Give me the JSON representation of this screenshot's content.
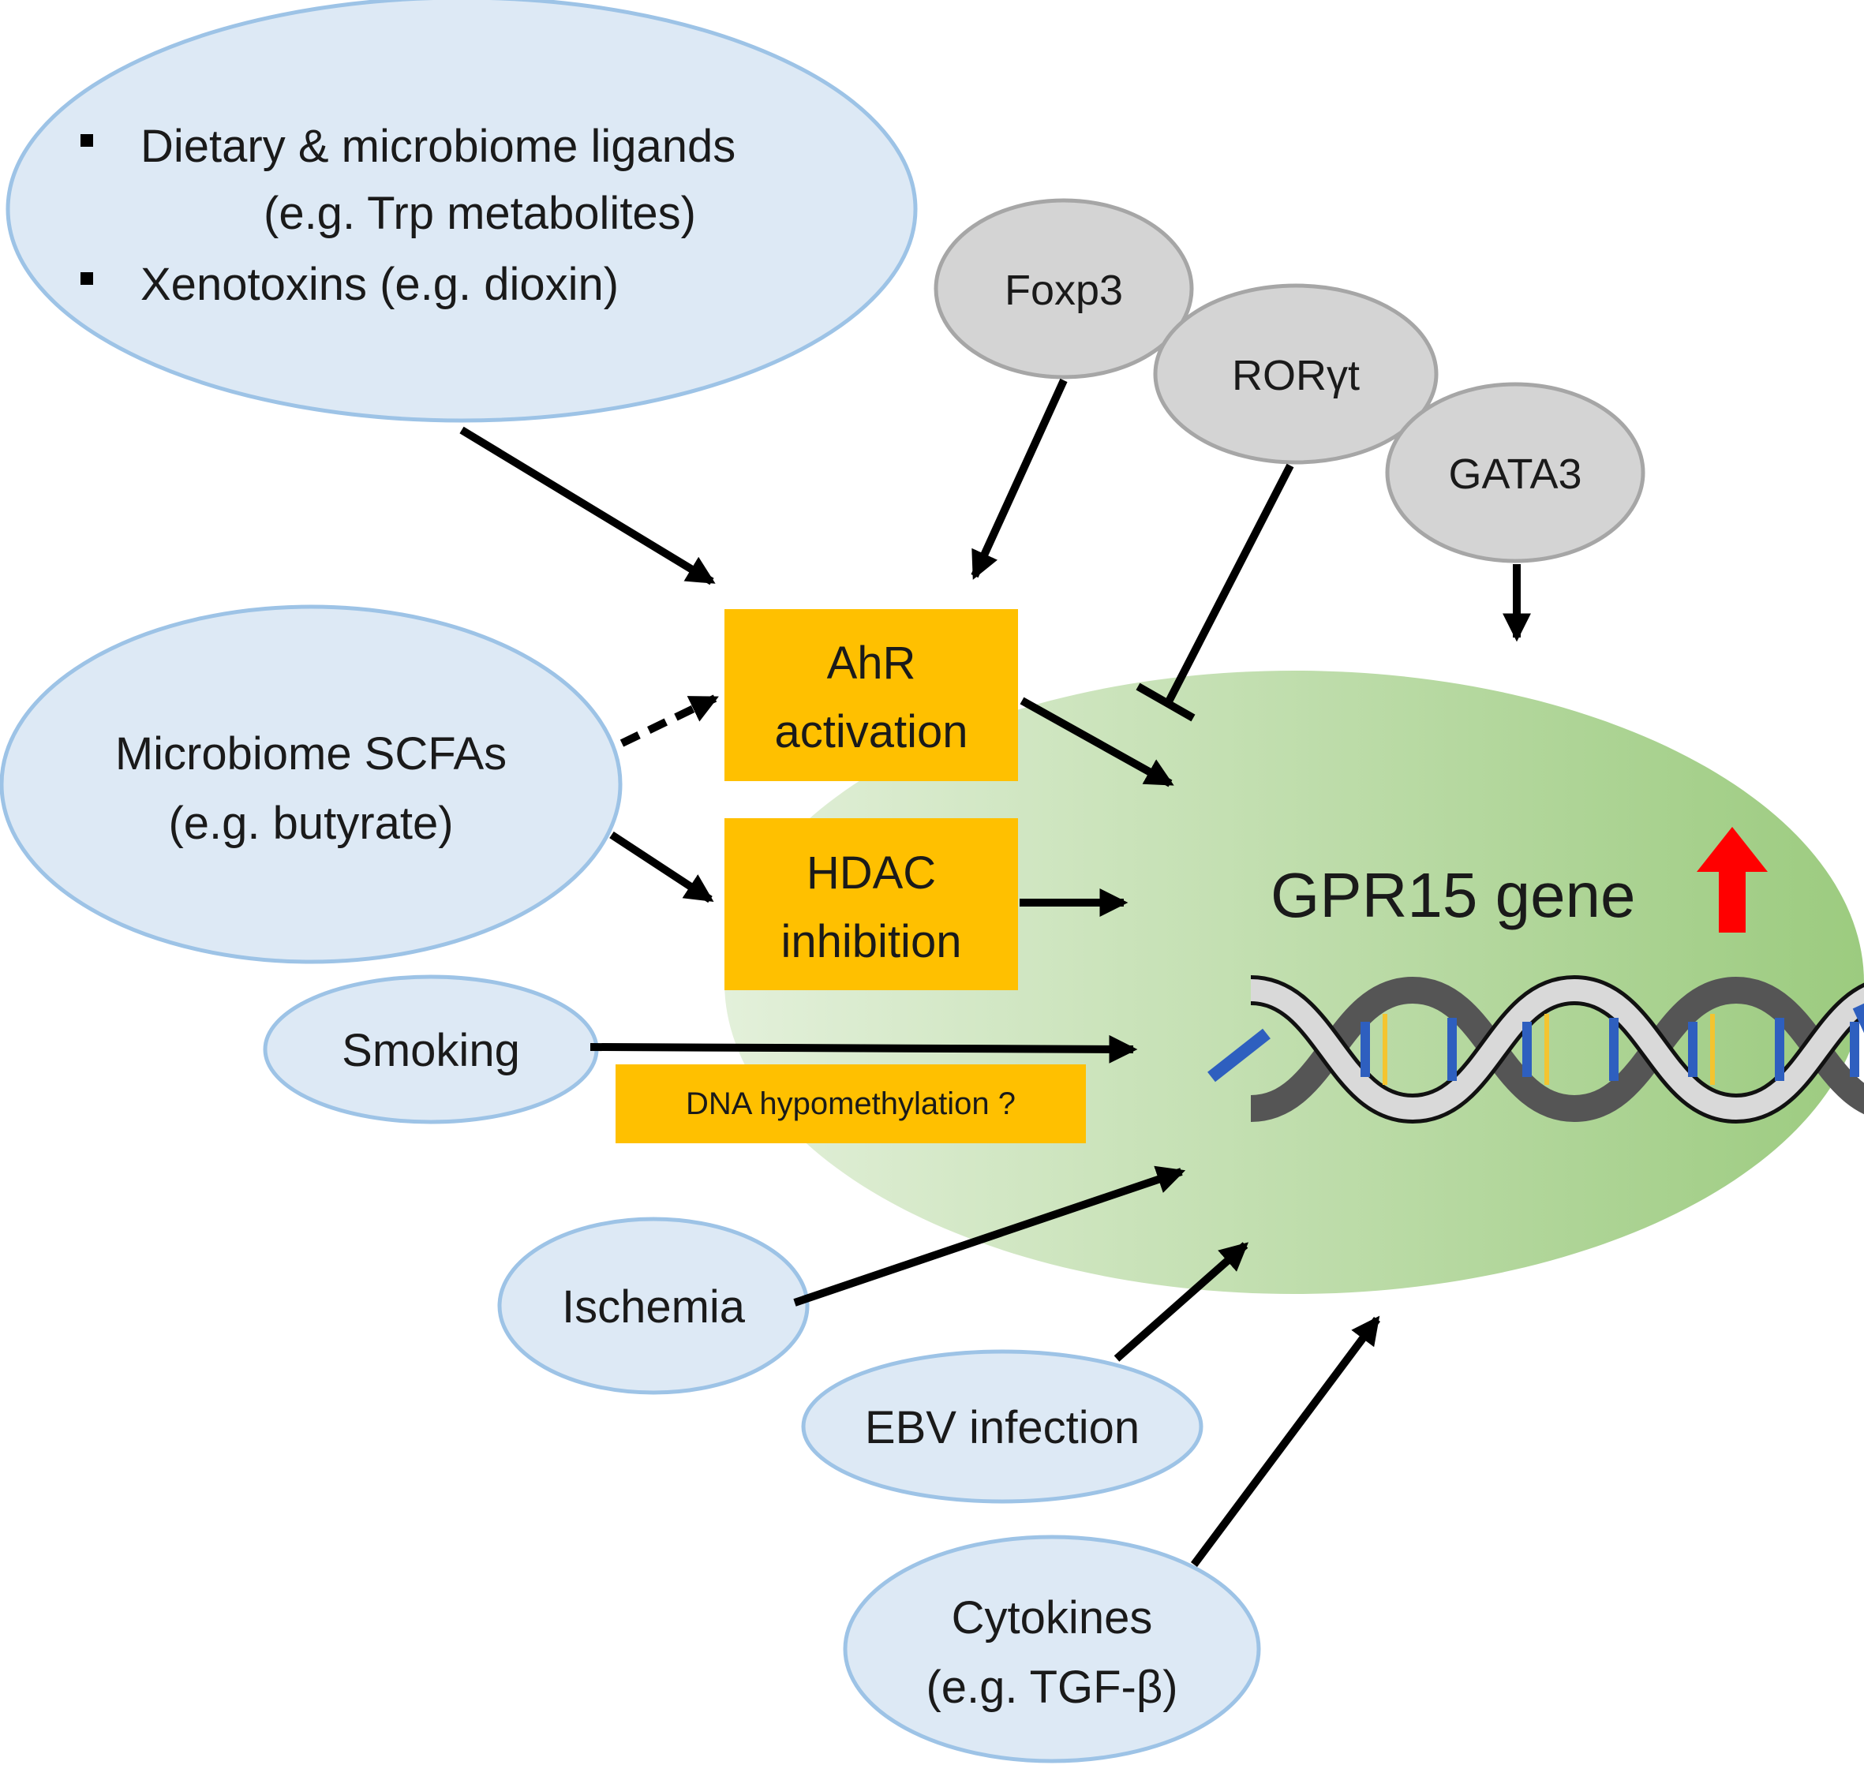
{
  "nodes": {
    "dietary": {
      "bullet1_line1": "Dietary & microbiome ligands",
      "bullet1_line2": "(e.g. Trp metabolites)",
      "bullet2": "Xenotoxins (e.g. dioxin)"
    },
    "foxp3": "Foxp3",
    "rorgt": "RORγt",
    "gata3": "GATA3",
    "scfa": {
      "line1": "Microbiome SCFAs",
      "line2": "(e.g. butyrate)"
    },
    "ahr": {
      "line1": "AhR",
      "line2": "activation"
    },
    "hdac": {
      "line1": "HDAC",
      "line2": "inhibition"
    },
    "smoking": "Smoking",
    "dna_hypomethylation": "DNA hypomethylation ?",
    "ischemia": "Ischemia",
    "ebv": "EBV infection",
    "cytokines": {
      "line1": "Cytokines",
      "line2": "(e.g. TGF-β)"
    },
    "gene": "GPR15 gene"
  },
  "colors": {
    "blue_fill": "#dde9f5",
    "blue_stroke": "#9dc3e6",
    "gray_fill": "#d4d4d4",
    "gray_stroke": "#a6a6a6",
    "orange_box": "#ffc000",
    "green_light": "#e3f0da",
    "green_dark": "#9ccb7f",
    "up_arrow": "#ff0000",
    "arrow": "#000000",
    "dna_white": "#d9d9d9",
    "dna_dark": "#555555",
    "dna_blue": "#2e5fbf",
    "dna_yellow": "#f4c430"
  },
  "icons": [
    "up-arrow-icon",
    "dna-helix-icon",
    "square-bullet-icon"
  ]
}
